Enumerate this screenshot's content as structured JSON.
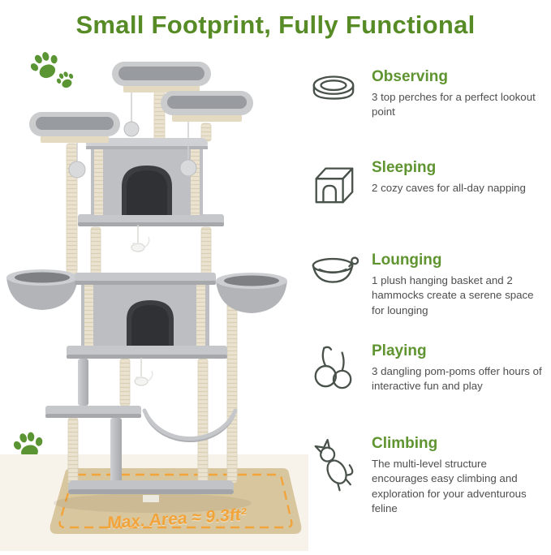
{
  "page": {
    "title": "Small Footprint, Fully Functional"
  },
  "floor": {
    "label": "Max. Area ≈ 9.3ft²"
  },
  "features": [
    {
      "icon": "perch-icon",
      "label": "Observing",
      "description": "3 top perches for a perfect lookout point"
    },
    {
      "icon": "cave-icon",
      "label": "Sleeping",
      "description": "2 cozy caves for all-day napping"
    },
    {
      "icon": "hanging-basket-icon",
      "label": "Lounging",
      "description": "1 plush hanging basket and 2 hammocks create a serene space for lounging"
    },
    {
      "icon": "pompom-icon",
      "label": "Playing",
      "description": "3 dangling pom-poms offer hours of interactive fun and play"
    },
    {
      "icon": "climbing-cat-icon",
      "label": "Climbing",
      "description": "The multi-level structure encourages easy climbing and exploration for your adventurous feline"
    }
  ],
  "colors": {
    "title_green": "#568b26",
    "heading_green": "#5f9430",
    "paw_green": "#5a9433",
    "mat_orange": "#f2a33a",
    "mat_tan": "#d8c79e",
    "plush_gray": "#c6c7ca",
    "icon_stroke": "#49524a"
  }
}
